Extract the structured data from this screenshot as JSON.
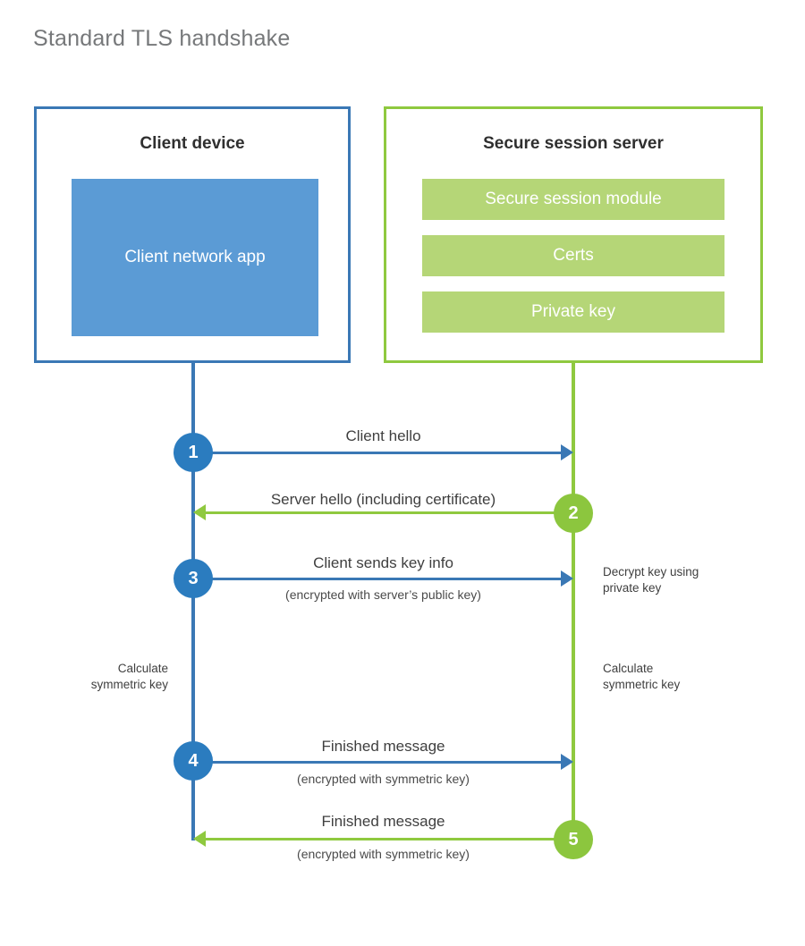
{
  "title": "Standard TLS handshake",
  "colors": {
    "client_border": "#3a78b5",
    "client_fill": "#5b9bd5",
    "client_circle": "#2b7cbf",
    "server_border": "#8fc93f",
    "server_fill": "#b5d677",
    "server_circle": "#8cc63e",
    "title_text": "#76787a",
    "body_text": "#3f3f3f",
    "background": "#ffffff"
  },
  "actors": {
    "client": {
      "title": "Client device",
      "component": "Client network app"
    },
    "server": {
      "title": "Secure session server",
      "components": [
        "Secure session module",
        "Certs",
        "Private key"
      ]
    }
  },
  "steps": [
    {
      "number": "1",
      "label": "Client hello",
      "sub": "",
      "direction": "client-to-server",
      "color": "blue"
    },
    {
      "number": "2",
      "label": "Server hello (including certificate)",
      "sub": "",
      "direction": "server-to-client",
      "color": "green"
    },
    {
      "number": "3",
      "label": "Client sends key info",
      "sub": "(encrypted with server’s public key)",
      "direction": "client-to-server",
      "color": "blue"
    },
    {
      "number": "4",
      "label": "Finished message",
      "sub": "(encrypted with symmetric key)",
      "direction": "client-to-server",
      "color": "blue"
    },
    {
      "number": "5",
      "label": "Finished message",
      "sub": "(encrypted with symmetric key)",
      "direction": "server-to-client",
      "color": "green"
    }
  ],
  "annotations": {
    "decrypt_key": "Decrypt key using\nprivate key",
    "client_calculate": "Calculate\nsymmetric key",
    "server_calculate": "Calculate\nsymmetric key"
  }
}
